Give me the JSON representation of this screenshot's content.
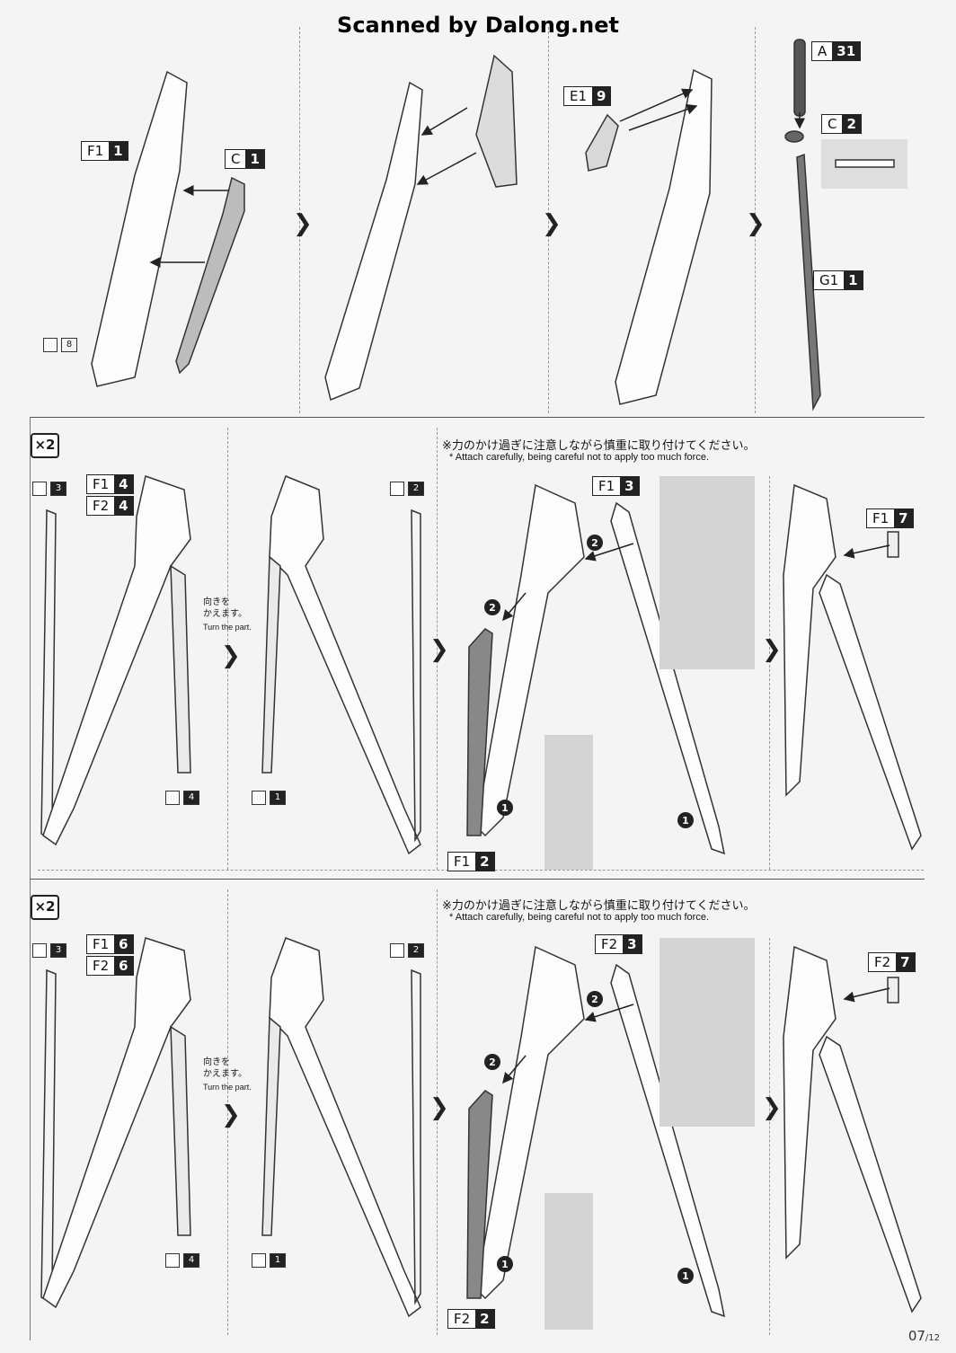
{
  "watermark": "Scanned by Dalong.net",
  "row1": {
    "labels": [
      {
        "part": "F1",
        "num": "1"
      },
      {
        "part": "C",
        "num": "1"
      },
      {
        "part": "E1",
        "num": "9"
      },
      {
        "part": "A",
        "num": "31"
      },
      {
        "part": "C",
        "num": "2"
      },
      {
        "part": "G1",
        "num": "1"
      }
    ],
    "tool": "8"
  },
  "row2": {
    "multiplier": "×2",
    "labels": [
      {
        "part": "F1",
        "num": "4"
      },
      {
        "part": "F2",
        "num": "4"
      },
      {
        "part": "F1",
        "num": "3"
      },
      {
        "part": "F1",
        "num": "2"
      },
      {
        "part": "F1",
        "num": "7"
      }
    ],
    "tools": [
      "3",
      "4",
      "2",
      "1"
    ]
  },
  "row3": {
    "multiplier": "×2",
    "labels": [
      {
        "part": "F1",
        "num": "6"
      },
      {
        "part": "F2",
        "num": "6"
      },
      {
        "part": "F2",
        "num": "3"
      },
      {
        "part": "F2",
        "num": "2"
      },
      {
        "part": "F2",
        "num": "7"
      }
    ],
    "tools": [
      "3",
      "4",
      "2",
      "1"
    ]
  },
  "notes": {
    "jp": "※力のかけ過ぎに注意しながら慎重に取り付けてください。",
    "en": "* Attach carefully, being careful not to apply too much force.",
    "turn_jp_1": "向きを",
    "turn_jp_2": "かえます。",
    "turn_en": "Turn the part."
  },
  "step_markers": [
    "1",
    "2"
  ],
  "arrow_glyph": "❯",
  "page": {
    "current": "07",
    "total": "/12"
  }
}
